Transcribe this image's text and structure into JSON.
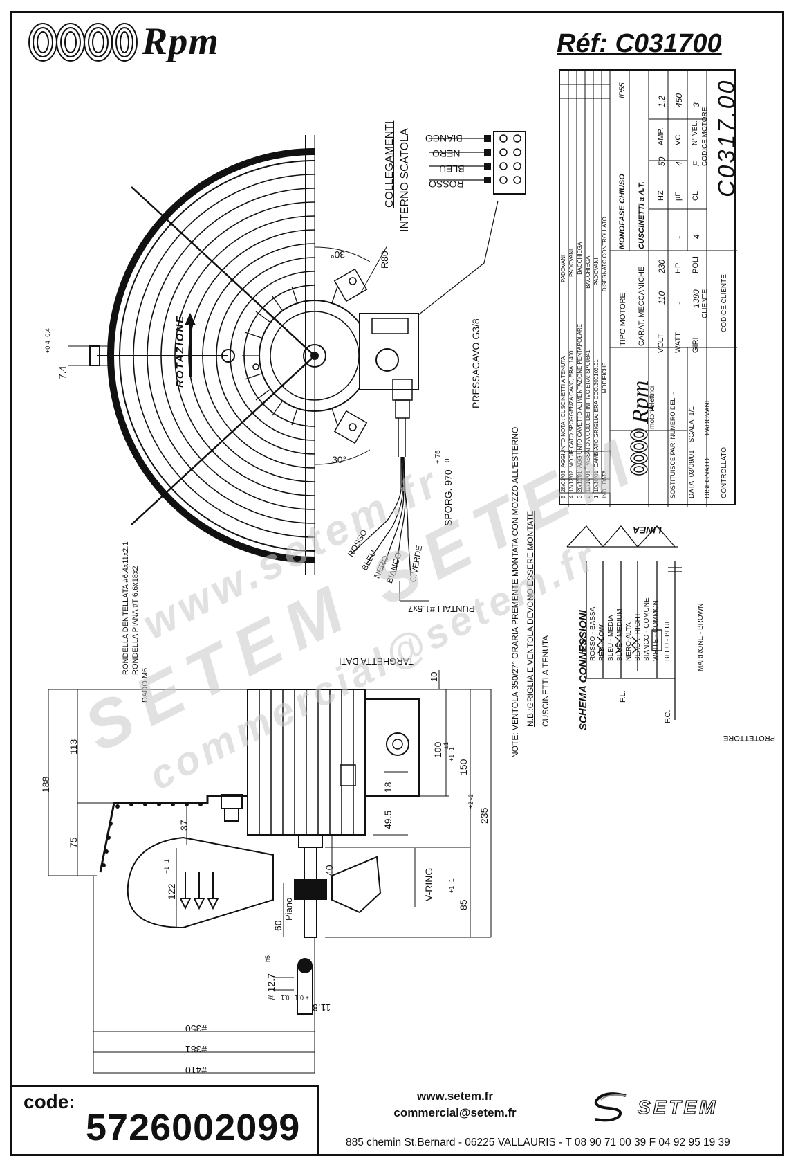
{
  "header": {
    "brand": "Rpm",
    "reference": "Réf:  C031700"
  },
  "drawing": {
    "connections_title_1": "COLLEGAMENTI",
    "connections_title_2": "INTERNO SCATOLA",
    "terminal_wires": [
      "BIANCO",
      "NERO",
      "BLEU",
      "ROSSO"
    ],
    "rotation_label": "ROTAZIONE",
    "angle_top": "30°",
    "angle_bottom": "30°",
    "radius_label": "R80",
    "cable_gland": "PRESSACAVO G3/8",
    "protrusion_label": "SPORG. 970",
    "protrusion_tol_plus": "+ 75",
    "protrusion_tol_minus": "0",
    "lead_wires": [
      "ROSSO",
      "BLEU",
      "NERO",
      "BIANCO",
      "G.VERDE"
    ],
    "ends_label": "PUNTALI #1.5x7",
    "dim_74": "7.4",
    "dim_74_tol": "+0.4 -0.4",
    "washer_1": "RONDELLA DENTELLATA #6.4x11x2.1",
    "washer_2": "RONDELLA PIANA #T 6.6x18x2",
    "nut": "DADO M6",
    "data_plate": "TARGHETTA DATI",
    "vring": "V-RING",
    "plane_label": "Piano",
    "notes": [
      "NOTE: VENTOLA  350/27° ORARIA PREMENTE MONTATA CON MOZZO ALL'ESTERNO",
      "N.B.:GRIGLIA E VENTOLA DEVONO ESSERE MONTATE",
      "CUSCINETTI A TENUTA"
    ],
    "dimensions": {
      "d10": "10",
      "d188": "188",
      "d113": "113",
      "d75": "75",
      "d37": "37",
      "d100": "100",
      "d100_tol": "±1",
      "d150": "150",
      "d150_tol": "+1 -1",
      "d235": "235",
      "d235_tol": "+2 -2",
      "d18": "18",
      "d49_5": "49.5",
      "d40": "40",
      "d85": "85",
      "d85_tol": "+1 -1",
      "d122": "122",
      "d122_tol": "+1 -1",
      "d60": "60",
      "d12_7": "# 12.7",
      "d12_7_tol": "h5",
      "d11_8": "11.8",
      "d11_8_tol": "+ 0.1 - 0.1",
      "d350": "#350",
      "d381": "#381",
      "d410": "#410"
    }
  },
  "schema": {
    "title": "SCHEMA CONNESSIONI",
    "line_label": "LINEA",
    "wires": [
      "ROSSO - BASSA",
      "RED - LOW",
      "BLEU - MEDIA",
      "BLUE - MEDIUM",
      "NERO-ALTA",
      "BLACK- HIGHT",
      "BIANCO - COMUNE",
      "WHITE - COMMON",
      "BLEU - BLUE",
      "MARRONE - BROWN"
    ],
    "fl": "F.L.",
    "fc": "F.C.",
    "protector": "PROTETTORE"
  },
  "title_block": {
    "revisions": [
      {
        "n": "5",
        "date": "28/01/03",
        "text": "AGGIUNTO NOTA : CUSCINETTI A TENUTA",
        "by": "PADOVANI"
      },
      {
        "n": "4",
        "date": "13/12/02",
        "text": "MODIFICATO SPORGENZA CAVO, ERA: 1400",
        "by": "PADOVANI"
      },
      {
        "n": "3",
        "date": "26/11/01",
        "text": "AGGIUNTO CAVETTO ALIMENTAZIONE PENTAPOLARE",
        "by": "BACCHIEGA"
      },
      {
        "n": "2",
        "date": "12/10/01",
        "text": "PASSATO A COD. DEFINITIVO ERA: SPC0841",
        "by": "BACCHIEGA"
      },
      {
        "n": "1",
        "date": "10/10/01",
        "text": "CAMBIATO GRIGLIA: ERA COD.300103.01",
        "by": "PADOVANI"
      }
    ],
    "rev_header": [
      "IND",
      "DATA",
      "MODIFICHE",
      "DISEGNATO",
      "CONTROLLATO"
    ],
    "company": "Rpm",
    "company_sub": "motori elettrici",
    "tipo_motore_label": "TIPO MOTORE",
    "tipo_motore": "MONOFASE CHIUSO",
    "protection": "IP55",
    "carat_label": "CARAT. MECCANICHE",
    "carat": "CUSCINETTI a A.T.",
    "volt_label": "VOLT",
    "volt_1": "110",
    "volt_2": "230",
    "hz_label": "HZ",
    "hz": "50",
    "amp_label": "AMP.",
    "amp": "1.2",
    "watt_label": "WATT",
    "watt": "-",
    "hp_label": "HP",
    "hp": "-",
    "uf_label": "µF",
    "uf": "4",
    "vc_label": "VC",
    "vc": "450",
    "giri_label": "GIRI",
    "giri": "1380",
    "poli_label": "POLI",
    "poli": "4",
    "cl_label": "CL.",
    "cl": "F",
    "vel_label": "N° VEL.",
    "vel": "3",
    "sostituisce_label": "SOSTITUISCE PARI NUMERO DEL",
    "sostituisce": "-",
    "data_label": "DATA",
    "data": "03/09/01",
    "scala_label": "SCALA",
    "scala": "1/1",
    "disegnato_label": "DISEGNATO",
    "disegnato": "PADOVANI",
    "controllato_label": "CONTROLLATO",
    "cliente_label": "CLIENTE",
    "codice_cliente_label": "CODICE CLIENTE",
    "codice_motore_label": "CODICE MOTORE",
    "codice_motore": "C0317.00"
  },
  "watermark": {
    "line1": "www.setem.fr",
    "line2": "SETEM SETEM",
    "line3": "commercial@setem.fr"
  },
  "footer": {
    "code_label": "code:",
    "code_value": "5726002099",
    "website": "www.setem.fr",
    "email": "commercial@setem.fr",
    "address": "885 chemin St.Bernard  -  06225 VALLAURIS  -  T 08 90 71 00 39   F 04 92 95 19 39",
    "brand": "SETEM"
  }
}
